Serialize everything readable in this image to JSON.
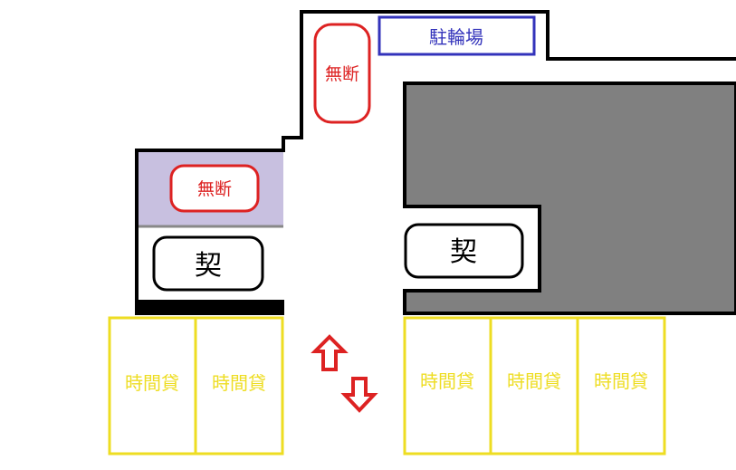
{
  "labels": {
    "bicycle_parking": "駐輪場",
    "unauthorized_top": "無断",
    "unauthorized_left": "無断",
    "contract_left": "契",
    "contract_right": "契",
    "hourly_1": "時間貸",
    "hourly_2": "時間貸",
    "hourly_3": "時間貸",
    "hourly_4": "時間貸",
    "hourly_5": "時間貸"
  },
  "colors": {
    "outline": "#000000",
    "unauthorized": "#dd2222",
    "bicycle_parking": "#3333bb",
    "hourly": "#eedd22",
    "hourly_text": "#eedd22",
    "arrow": "#dd2222",
    "lavender_area": "#c8c0e0",
    "building": "#808080"
  },
  "icons": {
    "up_arrow": "arrow-up-icon",
    "down_arrow": "arrow-down-icon"
  }
}
